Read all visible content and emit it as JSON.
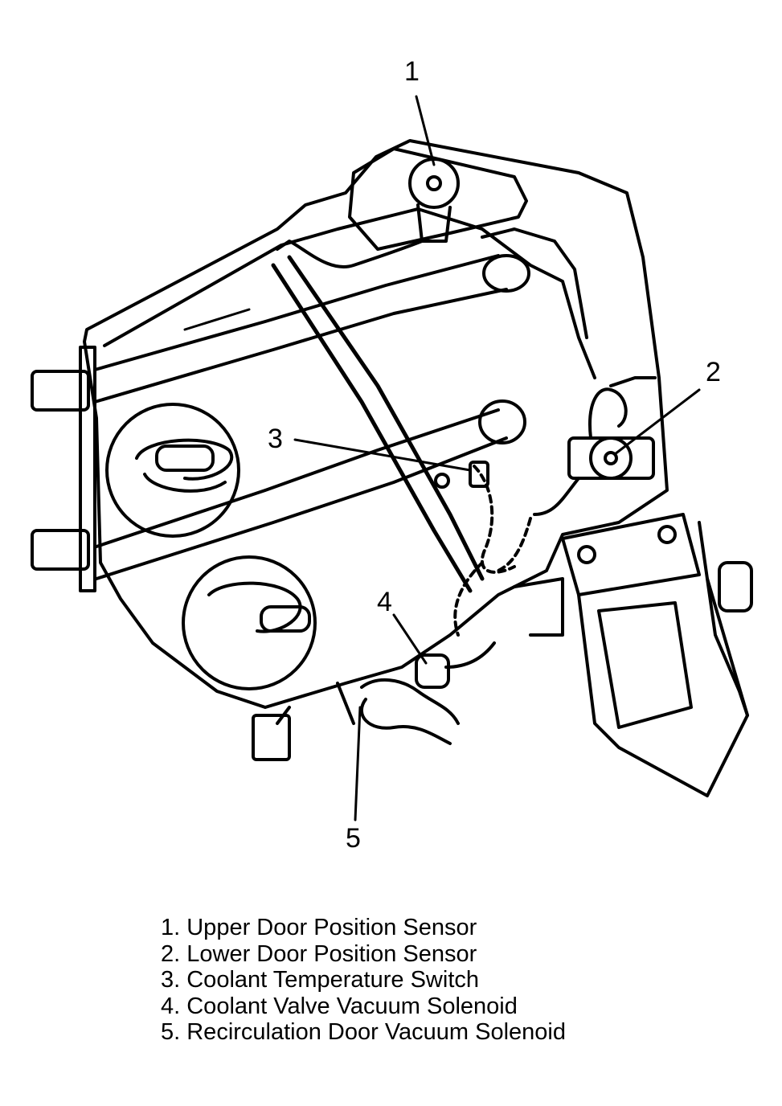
{
  "callouts": [
    {
      "number": "1"
    },
    {
      "number": "2"
    },
    {
      "number": "3"
    },
    {
      "number": "4"
    },
    {
      "number": "5"
    }
  ],
  "legend": [
    "1. Upper Door Position Sensor",
    "2. Lower Door Position Sensor",
    "3. Coolant Temperature Switch",
    "4. Coolant Valve Vacuum Solenoid",
    "5. Recirculation Door Vacuum Solenoid"
  ],
  "colors": {
    "ink": "#000000",
    "paper": "#ffffff"
  }
}
